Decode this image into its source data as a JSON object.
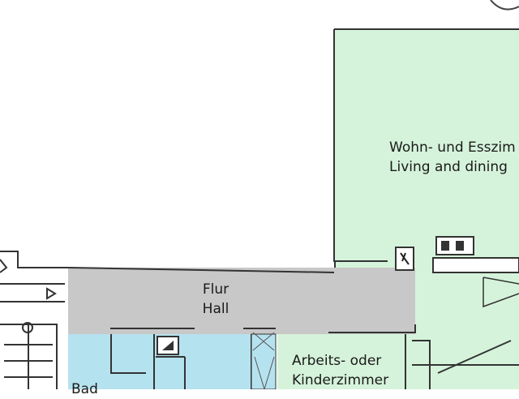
{
  "colors": {
    "living": "#d5f3da",
    "hall": "#c8c8c8",
    "bath": "#b5e2ef",
    "wall": "#222222"
  },
  "rooms": {
    "living": {
      "label_de": "Wohn- und Esszim",
      "label_en": "Living and dining"
    },
    "hall": {
      "label_de": "Flur",
      "label_en": "Hall"
    },
    "study": {
      "label_de": "Arbeits- oder",
      "label_en": "Kinderzimmer"
    },
    "bath": {
      "label_de": "Bad"
    }
  },
  "icons": [
    "stairs",
    "door-arrow",
    "outlet",
    "radiator",
    "switch"
  ]
}
